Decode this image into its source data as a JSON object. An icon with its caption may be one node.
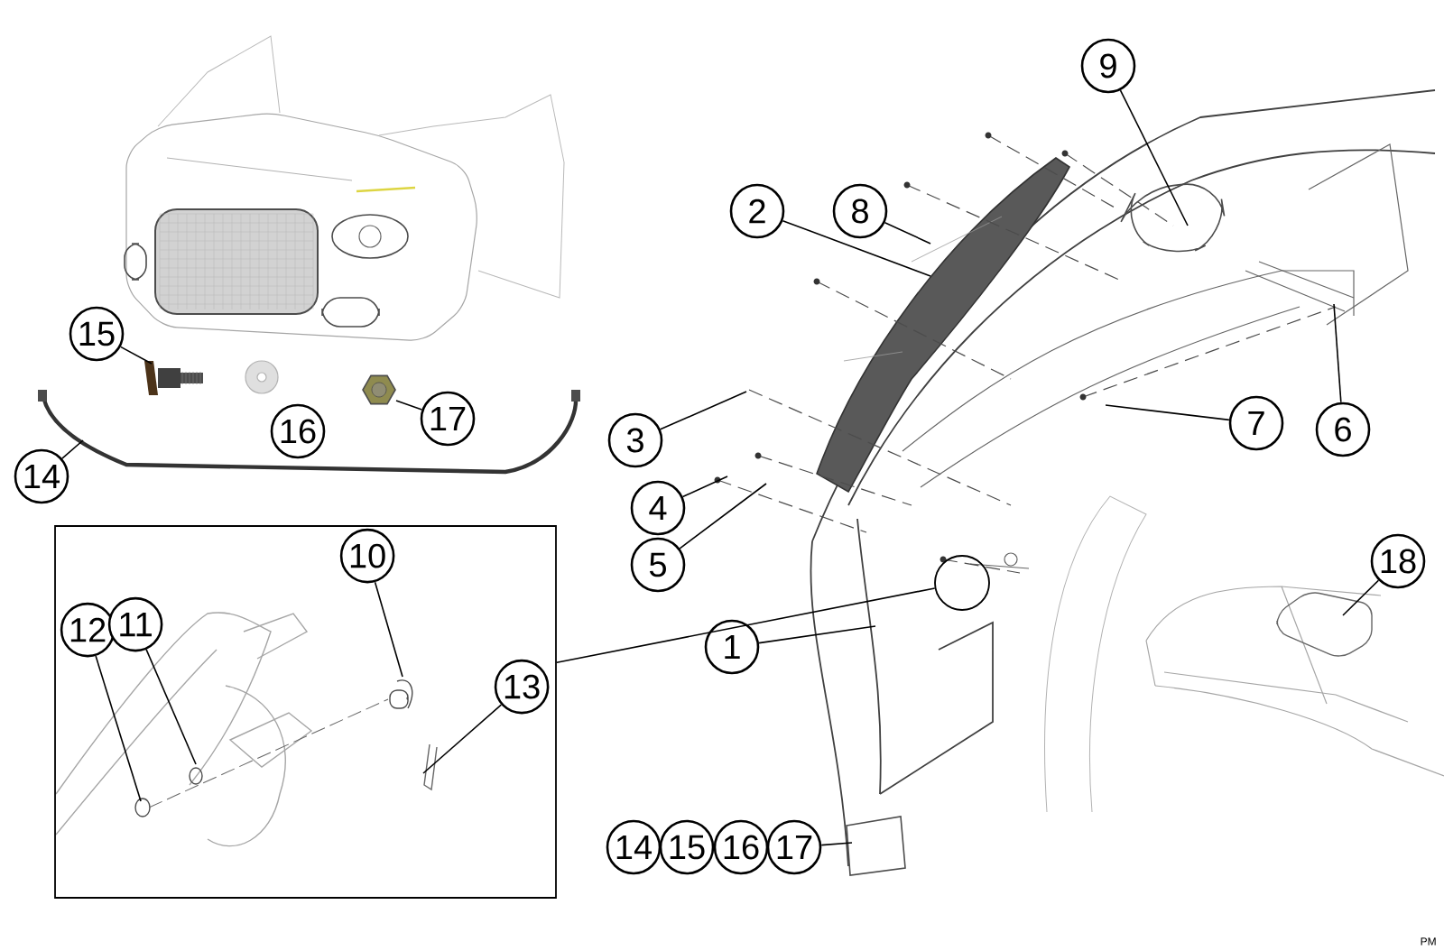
{
  "diagram": {
    "nodes": [
      {
        "text": [
          "15"
        ]
      },
      {
        "text": [
          "16"
        ]
      },
      {
        "text": [
          "17"
        ]
      },
      {
        "text": [
          "14"
        ]
      },
      {
        "text": [],
        "shape": "box"
      },
      {
        "text": [
          "10"
        ],
        "in": 4
      },
      {
        "text": [
          "12"
        ],
        "in": 4
      },
      {
        "text": [
          "11"
        ],
        "in": 4
      },
      {
        "text": [
          "13"
        ],
        "in": 4
      },
      {
        "text": [
          "9"
        ]
      },
      {
        "text": [
          "2"
        ]
      },
      {
        "text": [
          "8"
        ]
      },
      {
        "text": [
          "3"
        ]
      },
      {
        "text": [
          "7"
        ]
      },
      {
        "text": [
          "6"
        ]
      },
      {
        "text": [
          "4"
        ]
      },
      {
        "text": [
          "5"
        ]
      },
      {
        "text": [],
        "shape": "circle"
      },
      {
        "text": [
          "1"
        ]
      },
      {
        "text": [
          "18"
        ]
      },
      {
        "text": [
          "14"
        ]
      },
      {
        "text": [
          "15"
        ]
      },
      {
        "text": [
          "16"
        ]
      },
      {
        "text": [
          "17"
        ]
      }
    ],
    "edges": [
      {
        "from": 0,
        "to": null,
        "arrow": "none"
      },
      {
        "from": 2,
        "to": null,
        "arrow": "none"
      },
      {
        "from": 3,
        "to": null,
        "arrow": "none"
      },
      {
        "from": 5,
        "to": null,
        "arrow": "none"
      },
      {
        "from": 6,
        "to": null,
        "arrow": "none"
      },
      {
        "from": 7,
        "to": null,
        "arrow": "none"
      },
      {
        "from": 8,
        "to": null,
        "arrow": "none"
      },
      {
        "from": 9,
        "to": null,
        "arrow": "none"
      },
      {
        "from": 10,
        "to": null,
        "arrow": "none"
      },
      {
        "from": 11,
        "to": null,
        "arrow": "none"
      },
      {
        "from": 12,
        "to": null,
        "arrow": "none"
      },
      {
        "from": 13,
        "to": null,
        "arrow": "none"
      },
      {
        "from": 14,
        "to": null,
        "arrow": "none"
      },
      {
        "from": 15,
        "to": null,
        "arrow": "none"
      },
      {
        "from": 16,
        "to": null,
        "arrow": "none"
      },
      {
        "from": 4,
        "to": 17,
        "arrow": "none"
      },
      {
        "from": 18,
        "to": null,
        "arrow": "none"
      },
      {
        "from": 19,
        "to": null,
        "arrow": "none"
      },
      {
        "from": 23,
        "to": null,
        "arrow": "none"
      }
    ],
    "labels": [
      "PM"
    ]
  }
}
